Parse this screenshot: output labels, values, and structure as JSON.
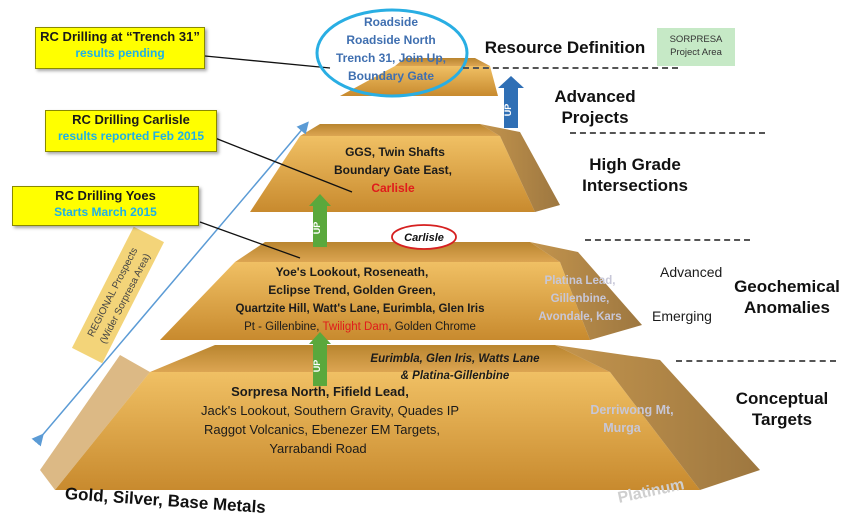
{
  "pyramid": {
    "base": {
      "lines": [
        "Sorpresa North, Fifield Lead,",
        "Jack's Lookout, Southern Gravity, Quades IP",
        "Raggot Volcanics, Ebenezer EM Targets,",
        "Yarrabandi Road"
      ],
      "side_label": "Derriwong Mt, Murga",
      "platinum": "Platinum"
    },
    "tier2": {
      "lines": [
        "Yoe's Lookout, Roseneath,",
        "Eclipse Trend, Golden Green,",
        "Quartzite Hill, Watt's Lane, Eurimbla, Glen Iris"
      ],
      "line_pt_prefix": "Pt - Gillenbine, ",
      "line_pt_red": "Twilight Dam",
      "line_pt_suffix": ", Golden Chrome",
      "side_label": "Platina Lead, Gillenbine, Avondale, Kars"
    },
    "tier3": {
      "lines": [
        "GGS, Twin Shafts",
        "Boundary Gate East,"
      ],
      "red": "Carlisle"
    },
    "top": {
      "lines": [
        "Roadside",
        "Roadside North",
        "Trench 31, Join Up,",
        "Boundary Gate"
      ]
    },
    "between_1_2": "Eurimbla, Glen Iris, Watts Lane & Platina-Gillenbine",
    "carlisle_oval": "Carlisle",
    "up_label": "UP"
  },
  "right_labels": {
    "resource_definition": "Resource Definition",
    "advanced_projects": "Advanced Projects",
    "high_grade": "High Grade Intersections",
    "advanced": "Advanced",
    "emerging": "Emerging",
    "geochemical": "Geochemical Anomalies",
    "conceptual": "Conceptual Targets"
  },
  "sorpresa_box": "SORPRESA Project Area",
  "callouts": [
    {
      "line1": "RC Drilling at “Trench 31”",
      "line2": "results pending"
    },
    {
      "line1": "RC Drilling Carlisle",
      "line2": "results reported Feb 2015"
    },
    {
      "line1": "RC Drilling Yoes",
      "line2": "Starts March 2015"
    }
  ],
  "regional": "REGIONAL Prospects (Wider Sorpresa Area)",
  "bottom_label": "Gold, Silver, Base Metals",
  "colors": {
    "tier_front": "#e2a84a",
    "tier_top": "#c9913a",
    "tier_side": "#a77429",
    "callout_bg": "#ffff00",
    "callout_accent": "#1fb0e6",
    "up_green": "#5aa83c",
    "up_blue": "#2f6fb5",
    "oval_blue": "#29aee3",
    "oval_red": "#d62020",
    "sorpresa_bg": "#c6e9c6",
    "regional_bg": "#f3d479",
    "red_text": "#e01b1b"
  }
}
